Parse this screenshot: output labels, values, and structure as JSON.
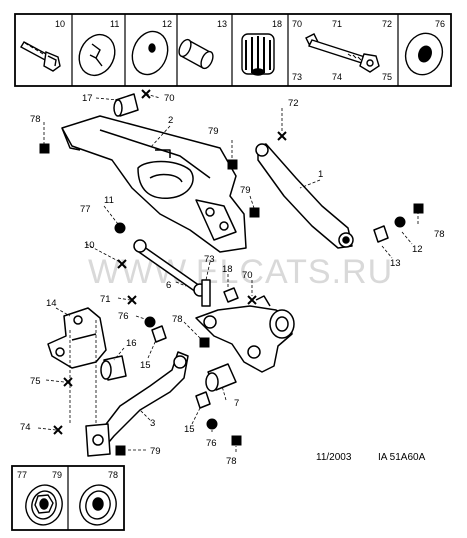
{
  "watermark": "WWW.ELCATS.RU",
  "footer": {
    "date": "11/2003",
    "code": "IA 51A60A"
  },
  "top_boxes": [
    {
      "ids": [
        "10"
      ],
      "icon": "bolt-icon"
    },
    {
      "ids": [
        "11"
      ],
      "icon": "clip-washer-icon"
    },
    {
      "ids": [
        "12"
      ],
      "icon": "washer-icon"
    },
    {
      "ids": [
        "13"
      ],
      "icon": "bushing-icon"
    },
    {
      "ids": [
        "18"
      ],
      "icon": "rubber-bush-icon"
    },
    {
      "ids": [
        "70",
        "71",
        "72",
        "73",
        "74",
        "75"
      ],
      "icon": "bolt-nut-set-icon"
    },
    {
      "ids": [
        "76"
      ],
      "icon": "lock-washer-icon"
    }
  ],
  "bottom_boxes": [
    {
      "ids": [
        "77",
        "79"
      ],
      "icon": "nut-washer-icon"
    },
    {
      "ids": [
        "78"
      ],
      "icon": "nut-icon"
    }
  ],
  "callouts": [
    {
      "id": "c17",
      "text": "17"
    },
    {
      "id": "c70a",
      "text": "70"
    },
    {
      "id": "c2",
      "text": "2"
    },
    {
      "id": "c72",
      "text": "72"
    },
    {
      "id": "c78a",
      "text": "78"
    },
    {
      "id": "c79a",
      "text": "79"
    },
    {
      "id": "c1",
      "text": "1"
    },
    {
      "id": "c79b",
      "text": "79"
    },
    {
      "id": "c77",
      "text": "77"
    },
    {
      "id": "c11",
      "text": "11"
    },
    {
      "id": "c10",
      "text": "10"
    },
    {
      "id": "c78b",
      "text": "78"
    },
    {
      "id": "c12",
      "text": "12"
    },
    {
      "id": "c13",
      "text": "13"
    },
    {
      "id": "c73",
      "text": "73"
    },
    {
      "id": "c18",
      "text": "18"
    },
    {
      "id": "c70b",
      "text": "70"
    },
    {
      "id": "c6",
      "text": "6"
    },
    {
      "id": "c14",
      "text": "14"
    },
    {
      "id": "c71",
      "text": "71"
    },
    {
      "id": "c76a",
      "text": "76"
    },
    {
      "id": "c78c",
      "text": "78"
    },
    {
      "id": "c16",
      "text": "16"
    },
    {
      "id": "c15a",
      "text": "15"
    },
    {
      "id": "c75",
      "text": "75"
    },
    {
      "id": "c7",
      "text": "7"
    },
    {
      "id": "c3",
      "text": "3"
    },
    {
      "id": "c74",
      "text": "74"
    },
    {
      "id": "c15b",
      "text": "15"
    },
    {
      "id": "c76b",
      "text": "76"
    },
    {
      "id": "c79c",
      "text": "79"
    },
    {
      "id": "c78d",
      "text": "78"
    }
  ]
}
